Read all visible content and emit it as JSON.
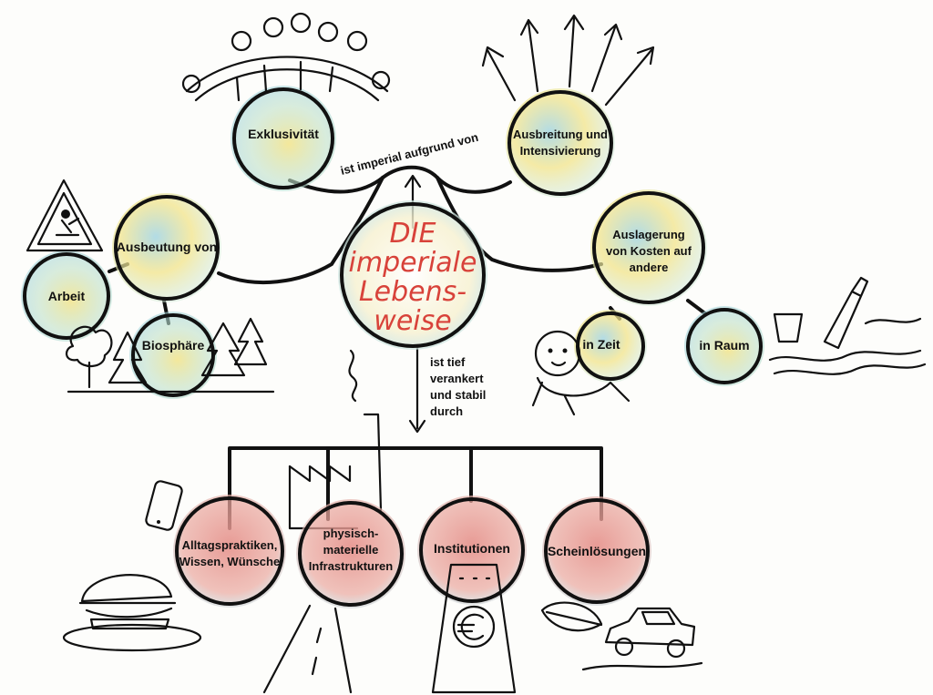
{
  "center": {
    "title_lines": [
      "DIE",
      "imperiale",
      "Lebens-",
      "weise"
    ]
  },
  "connector_top": "ist imperial aufgrund von",
  "connector_bottom_lines": [
    "ist tief",
    "verankert",
    "und stabil",
    "durch"
  ],
  "top_nodes": {
    "exklusivitaet": "Exklusivität",
    "ausbreitung_lines": [
      "Ausbreitung und",
      "Intensivierung"
    ],
    "ausbeutung": "Ausbeutung von",
    "arbeit": "Arbeit",
    "biosphaere": "Biosphäre",
    "auslagerung_lines": [
      "Auslagerung",
      "von Kosten auf",
      "andere"
    ],
    "in_zeit": "in Zeit",
    "in_raum": "in Raum"
  },
  "bottom_nodes": {
    "alltag_lines": [
      "Alltagspraktiken,",
      "Wissen, Wünsche"
    ],
    "infra_lines": [
      "physisch-",
      "materielle",
      "Infrastrukturen"
    ],
    "institutionen": "Institutionen",
    "schein": "Scheinlösungen"
  },
  "colors": {
    "red_text": "#d8423a",
    "blue_wash": "#9fd3e0",
    "yellow_wash": "#f2e48a",
    "red_wash": "#e5908a",
    "ink": "#111111"
  },
  "icons": [
    "barbed-wire-icon",
    "arrows-up-icon",
    "warning-sign-icon",
    "trees-icon",
    "baby-icon",
    "trash-bottle-icon",
    "phone-icon",
    "burger-icon",
    "factory-icon",
    "road-icon",
    "bank-euro-icon",
    "leaf-icon",
    "car-icon"
  ]
}
